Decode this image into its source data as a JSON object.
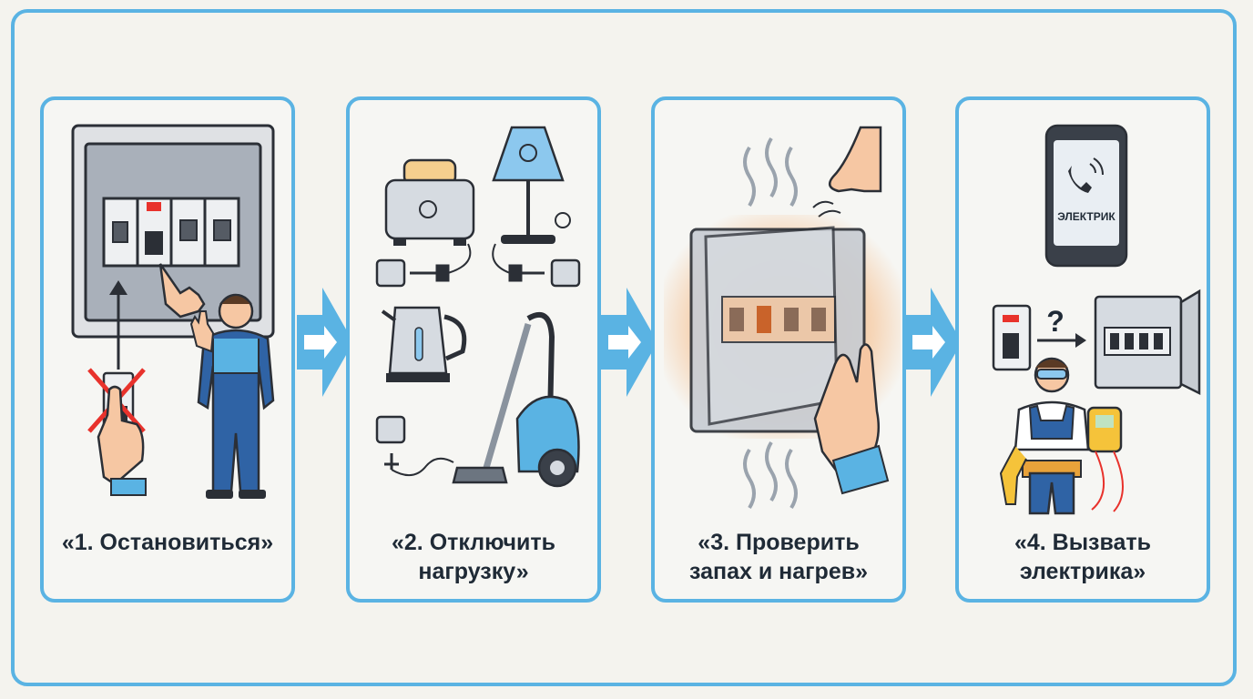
{
  "steps": [
    {
      "line1": "«1. Остановиться»",
      "line2": ""
    },
    {
      "line1": "«2. Отключить",
      "line2": "нагрузку»"
    },
    {
      "line1": "«3. Проверить",
      "line2": "запах и нагрев»"
    },
    {
      "line1": "«4. Вызвать",
      "line2": "электрика»"
    }
  ],
  "phone": {
    "text": "ЭЛЕКТРИК"
  },
  "question_mark": "?",
  "colors": {
    "border": "#5ab3e3",
    "arrow": "#5ab3e3",
    "heat": "#f59a4a",
    "stop": "#e8322c",
    "worker": "#2f63a5"
  }
}
